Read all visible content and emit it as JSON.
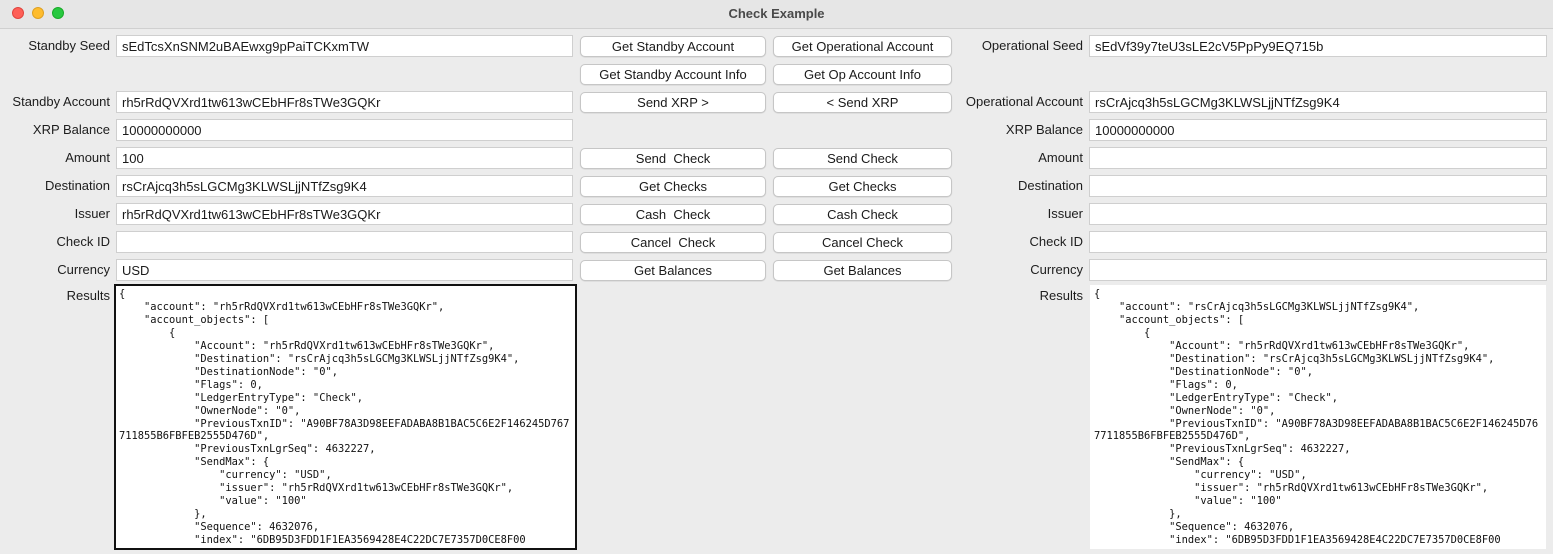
{
  "window": {
    "title": "Check Example"
  },
  "standby": {
    "seed_label": "Standby Seed",
    "seed": "sEdTcsXnSNM2uBAEwxg9pPaiTCKxmTW",
    "account_label": "Standby Account",
    "account": "rh5rRdQVXrd1tw613wCEbHFr8sTWe3GQKr",
    "balance_label": "XRP Balance",
    "balance": "10000000000",
    "amount_label": "Amount",
    "amount": "100",
    "destination_label": "Destination",
    "destination": "rsCrAjcq3h5sLGCMg3KLWSLjjNTfZsg9K4",
    "issuer_label": "Issuer",
    "issuer": "rh5rRdQVXrd1tw613wCEbHFr8sTWe3GQKr",
    "check_id_label": "Check ID",
    "check_id": "",
    "currency_label": "Currency",
    "currency": "USD",
    "results_label": "Results",
    "results": "{\n    \"account\": \"rh5rRdQVXrd1tw613wCEbHFr8sTWe3GQKr\",\n    \"account_objects\": [\n        {\n            \"Account\": \"rh5rRdQVXrd1tw613wCEbHFr8sTWe3GQKr\",\n            \"Destination\": \"rsCrAjcq3h5sLGCMg3KLWSLjjNTfZsg9K4\",\n            \"DestinationNode\": \"0\",\n            \"Flags\": 0,\n            \"LedgerEntryType\": \"Check\",\n            \"OwnerNode\": \"0\",\n            \"PreviousTxnID\": \"A90BF78A3D98EEFADABA8B1BAC5C6E2F146245D767711855B6FBFEB2555D476D\",\n            \"PreviousTxnLgrSeq\": 4632227,\n            \"SendMax\": {\n                \"currency\": \"USD\",\n                \"issuer\": \"rh5rRdQVXrd1tw613wCEbHFr8sTWe3GQKr\",\n                \"value\": \"100\"\n            },\n            \"Sequence\": 4632076,\n            \"index\": \"6DB95D3FDD1F1EA3569428E4C22DC7E7357D0CE8F00"
  },
  "operational": {
    "seed_label": "Operational Seed",
    "seed": "sEdVf39y7teU3sLE2cV5PpPy9EQ715b",
    "account_label": "Operational Account",
    "account": "rsCrAjcq3h5sLGCMg3KLWSLjjNTfZsg9K4",
    "balance_label": "XRP Balance",
    "balance": "10000000000",
    "amount_label": "Amount",
    "amount": "",
    "destination_label": "Destination",
    "destination": "",
    "issuer_label": "Issuer",
    "issuer": "",
    "check_id_label": "Check ID",
    "check_id": "",
    "currency_label": "Currency",
    "currency": "",
    "results_label": "Results",
    "results": "{\n    \"account\": \"rsCrAjcq3h5sLGCMg3KLWSLjjNTfZsg9K4\",\n    \"account_objects\": [\n        {\n            \"Account\": \"rh5rRdQVXrd1tw613wCEbHFr8sTWe3GQKr\",\n            \"Destination\": \"rsCrAjcq3h5sLGCMg3KLWSLjjNTfZsg9K4\",\n            \"DestinationNode\": \"0\",\n            \"Flags\": 0,\n            \"LedgerEntryType\": \"Check\",\n            \"OwnerNode\": \"0\",\n            \"PreviousTxnID\": \"A90BF78A3D98EEFADABA8B1BAC5C6E2F146245D767711855B6FBFEB2555D476D\",\n            \"PreviousTxnLgrSeq\": 4632227,\n            \"SendMax\": {\n                \"currency\": \"USD\",\n                \"issuer\": \"rh5rRdQVXrd1tw613wCEbHFr8sTWe3GQKr\",\n                \"value\": \"100\"\n            },\n            \"Sequence\": 4632076,\n            \"index\": \"6DB95D3FDD1F1EA3569428E4C22DC7E7357D0CE8F00"
  },
  "buttons": {
    "standby": {
      "get_account": "Get Standby Account",
      "get_account_info": "Get Standby Account Info",
      "send_xrp": "Send XRP >",
      "send_check": "Send  Check",
      "get_checks": "Get Checks",
      "cash_check": "Cash  Check",
      "cancel_check": "Cancel  Check",
      "get_balances": "Get Balances"
    },
    "operational": {
      "get_account": "Get Operational Account",
      "get_account_info": "Get Op Account Info",
      "send_xrp": "< Send XRP",
      "send_check": "Send Check",
      "get_checks": "Get Checks",
      "cash_check": "Cash Check",
      "cancel_check": "Cancel Check",
      "get_balances": "Get Balances"
    }
  },
  "colors": {
    "window_bg": "#ececec",
    "traffic_close": "#fe5f57",
    "traffic_minimize": "#febc2e",
    "traffic_maximize": "#28c840"
  }
}
